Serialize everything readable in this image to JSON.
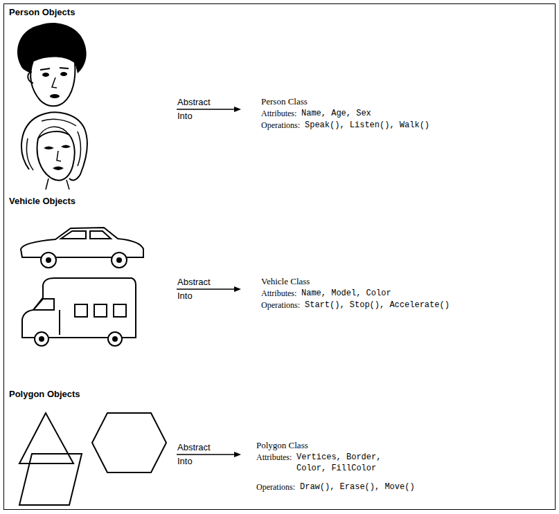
{
  "diagram": {
    "labels": [
      "Person Objects",
      "Abstract",
      "Into",
      "Person Class",
      "Attributes:",
      "Name, Age, Sex",
      "Operations:",
      "Speak(), Listen(), Walk()",
      "Vehicle Objects",
      "Abstract",
      "Into",
      "Vehicle Class",
      "Attributes:",
      "Name, Model, Color",
      "Operations:",
      "Start(), Stop(), Accelerate()",
      "Polygon Objects",
      "Abstract",
      "Into",
      "Polygon Class",
      "Attributes:",
      "Vertices, Border, Color, FillColor",
      "Operations:",
      "Draw(), Erase(), Move()"
    ]
  }
}
